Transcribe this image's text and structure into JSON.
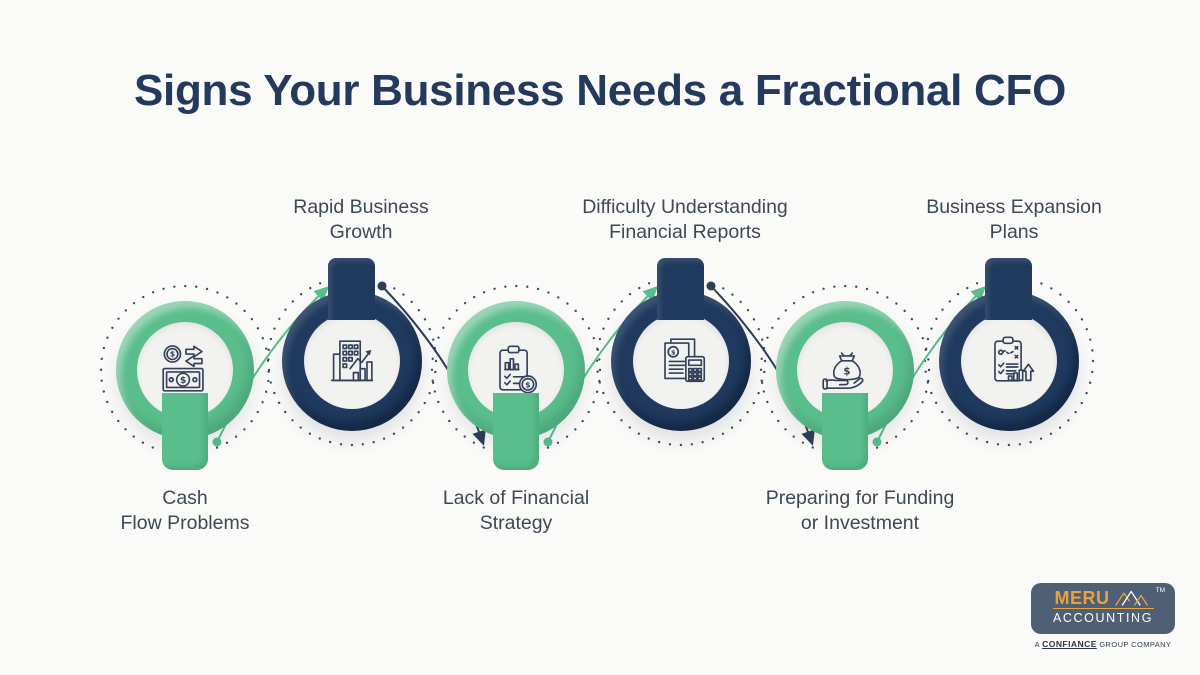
{
  "title": "Signs Your Business Needs a Fractional CFO",
  "items": [
    {
      "id": "cash-flow-problems",
      "label": "Cash Flow Problems",
      "label_lines": [
        "Cash",
        "Flow Problems"
      ],
      "label_position": "below",
      "color": "green",
      "icon": "money-exchange-icon"
    },
    {
      "id": "rapid-business-growth",
      "label": "Rapid Business Growth",
      "label_lines": [
        "Rapid Business",
        "Growth"
      ],
      "label_position": "above",
      "color": "navy",
      "icon": "building-growth-icon"
    },
    {
      "id": "lack-of-financial-strategy",
      "label": "Lack of Financial Strategy",
      "label_lines": [
        "Lack of Financial",
        "Strategy"
      ],
      "label_position": "below",
      "color": "green",
      "icon": "clipboard-chart-dollar-icon"
    },
    {
      "id": "difficulty-understanding-financial-reports",
      "label": "Difficulty Understanding Financial Reports",
      "label_lines": [
        "Difficulty Understanding",
        "Financial Reports"
      ],
      "label_position": "above",
      "color": "navy",
      "icon": "financial-reports-calculator-icon"
    },
    {
      "id": "preparing-for-funding-or-investment",
      "label": "Preparing for Funding or Investment",
      "label_lines": [
        "Preparing for Funding",
        "or Investment"
      ],
      "label_position": "below",
      "color": "green",
      "icon": "money-bag-hand-icon"
    },
    {
      "id": "business-expansion-plans",
      "label": "Business Expansion Plans",
      "label_lines": [
        "Business Expansion",
        "Plans"
      ],
      "label_position": "above",
      "color": "navy",
      "icon": "expansion-plan-clipboard-icon"
    }
  ],
  "colors": {
    "background": "#FAFAF8",
    "title": "#24395C",
    "label_text": "#3E4954",
    "green": "#5ABD8C",
    "navy": "#1F3A5E",
    "inner_disc": "#F2F2F0",
    "dotted_ring": "#3E4C60",
    "logo_badge": "#4F5F76",
    "logo_orange": "#E8A33B"
  },
  "logo": {
    "brand": "MERU",
    "word": "ACCOUNTING",
    "trademark": "TM",
    "tagline_prefix": "A",
    "tagline_brand": "CONFIANCE",
    "tagline_suffix": "GROUP COMPANY"
  }
}
